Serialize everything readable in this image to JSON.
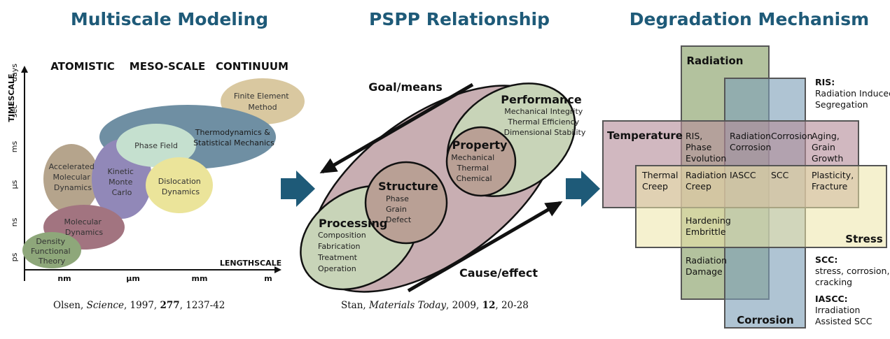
{
  "panels": {
    "multiscale": {
      "title": "Multiscale Modeling",
      "headers": [
        "ATOMISTIC",
        "MESO-SCALE",
        "CONTINUUM"
      ],
      "y_axis_label": "TIMESCALE",
      "x_axis_label": "LENGTHSCALE",
      "y_ticks": [
        "days",
        "sec",
        "ms",
        "μs",
        "ns",
        "ps"
      ],
      "x_ticks": [
        "nm",
        "μm",
        "mm",
        "m"
      ],
      "ellipses": [
        {
          "id": "fem",
          "lines": [
            "Finite Element",
            "Method"
          ],
          "color": "#d9c8a0"
        },
        {
          "id": "thermo",
          "lines": [
            "Thermodynamics &",
            "Statistical Mechanics"
          ],
          "color": "#6f8fa3"
        },
        {
          "id": "phase",
          "lines": [
            "Phase Field"
          ],
          "color": "#c5e0cf"
        },
        {
          "id": "amd",
          "lines": [
            "Accelerated",
            "Molecular",
            "Dynamics"
          ],
          "color": "#b5a48c"
        },
        {
          "id": "kmc",
          "lines": [
            "Kinetic",
            "Monte",
            "Carlo"
          ],
          "color": "#9188b8"
        },
        {
          "id": "disl",
          "lines": [
            "Dislocation",
            "Dynamics"
          ],
          "color": "#ebe49a"
        },
        {
          "id": "md",
          "lines": [
            "Molecular",
            "Dynamics"
          ],
          "color": "#a27480"
        },
        {
          "id": "dft",
          "lines": [
            "Density",
            "Functional",
            "Theory"
          ],
          "color": "#8ea77a"
        }
      ],
      "citation": {
        "author": "Olsen, ",
        "journal": "Science",
        "year": ", 1997, ",
        "volume": "277",
        "pages": ", 1237-42"
      }
    },
    "pspp": {
      "title": "PSPP Relationship",
      "goal_label": "Goal/means",
      "cause_label": "Cause/effect",
      "performance": {
        "title": "Performance",
        "items": [
          "Mechanical Integrity",
          "Thermal Efficiency",
          "Dimensional Stability"
        ]
      },
      "property": {
        "title": "Property",
        "items": [
          "Mechanical",
          "Thermal",
          "Chemical"
        ]
      },
      "structure": {
        "title": "Structure",
        "items": [
          "Phase",
          "Grain",
          "Defect"
        ]
      },
      "processing": {
        "title": "Processing",
        "items": [
          "Composition",
          "Fabrication",
          "Treatment",
          "Operation"
        ]
      },
      "citation": {
        "author": "Stan, ",
        "journal": "Materials Today",
        "year": ", 2009, ",
        "volume": "12",
        "pages": ", 20-28"
      }
    },
    "degradation": {
      "title": "Degradation Mechanism",
      "bands": {
        "radiation": "Radiation",
        "temperature": "Temperature",
        "stress": "Stress",
        "corrosion": "Corrosion"
      },
      "colors": {
        "radiation": "#96aa78",
        "corrosion": "#7ea0b8",
        "temperature": "#b48c9a",
        "stress": "#ece6a8"
      },
      "cells": {
        "ris_phase": [
          "RIS,",
          "Phase",
          "Evolution"
        ],
        "rad_corr": [
          "Radiation",
          "Corrosion"
        ],
        "corrosion": [
          "Corrosion"
        ],
        "aging": [
          "Aging,",
          "Grain",
          "Growth"
        ],
        "thermal_creep": [
          "Thermal",
          "Creep"
        ],
        "rad_creep": [
          "Radiation",
          "Creep"
        ],
        "iascc": [
          "IASCC"
        ],
        "scc": [
          "SCC"
        ],
        "plasticity": [
          "Plasticity,",
          "Fracture"
        ],
        "hardening": [
          "Hardening",
          "Embrittle"
        ],
        "rad_damage": [
          "Radiation",
          "Damage"
        ]
      },
      "notes": {
        "ris_title": "RIS:",
        "ris_desc": [
          "Radiation Induced",
          "Segregation"
        ],
        "scc_title": "SCC:",
        "scc_desc": [
          "stress, corrosion,",
          "cracking"
        ],
        "iascc_title": "IASCC:",
        "iascc_desc": [
          "Irradiation",
          "Assisted SCC"
        ]
      }
    }
  },
  "arrow_color": "#1e5a78"
}
